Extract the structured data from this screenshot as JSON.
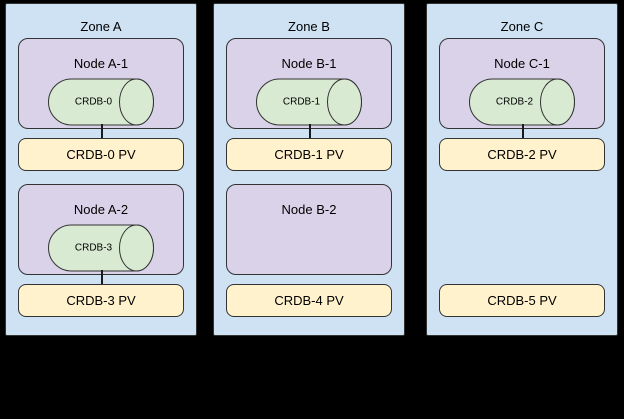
{
  "diagram": {
    "background_color": "#000000",
    "colors": {
      "zone_fill": "#cfe2f3",
      "node_fill": "#d9d2e9",
      "disk_fill": "#d9ead3",
      "pv_fill": "#fff2cc",
      "border": "#333333",
      "text": "#000000"
    },
    "zones": [
      {
        "label": "Zone A",
        "items": [
          {
            "node_label": "Node A-1",
            "disk_label": "CRDB-0",
            "pv_label": "CRDB-0 PV"
          },
          {
            "node_label": "Node A-2",
            "disk_label": "CRDB-3",
            "pv_label": "CRDB-3 PV"
          }
        ]
      },
      {
        "label": "Zone B",
        "items": [
          {
            "node_label": "Node B-1",
            "disk_label": "CRDB-1",
            "pv_label": "CRDB-1 PV"
          },
          {
            "node_label": "Node B-2",
            "pv_label": "CRDB-4 PV"
          }
        ]
      },
      {
        "label": "Zone C",
        "items": [
          {
            "node_label": "Node C-1",
            "disk_label": "CRDB-2",
            "pv_label": "CRDB-2 PV"
          },
          {
            "pv_label": "CRDB-5 PV"
          }
        ]
      }
    ]
  }
}
